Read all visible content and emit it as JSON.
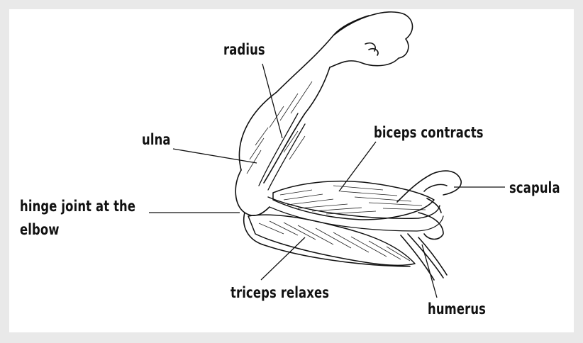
{
  "diagram": {
    "labels": {
      "radius": "radius",
      "ulna": "ulna",
      "biceps": "biceps contracts",
      "scapula": "scapula",
      "hinge_line1": "hinge joint at the",
      "hinge_line2": "elbow",
      "triceps": "triceps relaxes",
      "humerus": "humerus"
    }
  }
}
